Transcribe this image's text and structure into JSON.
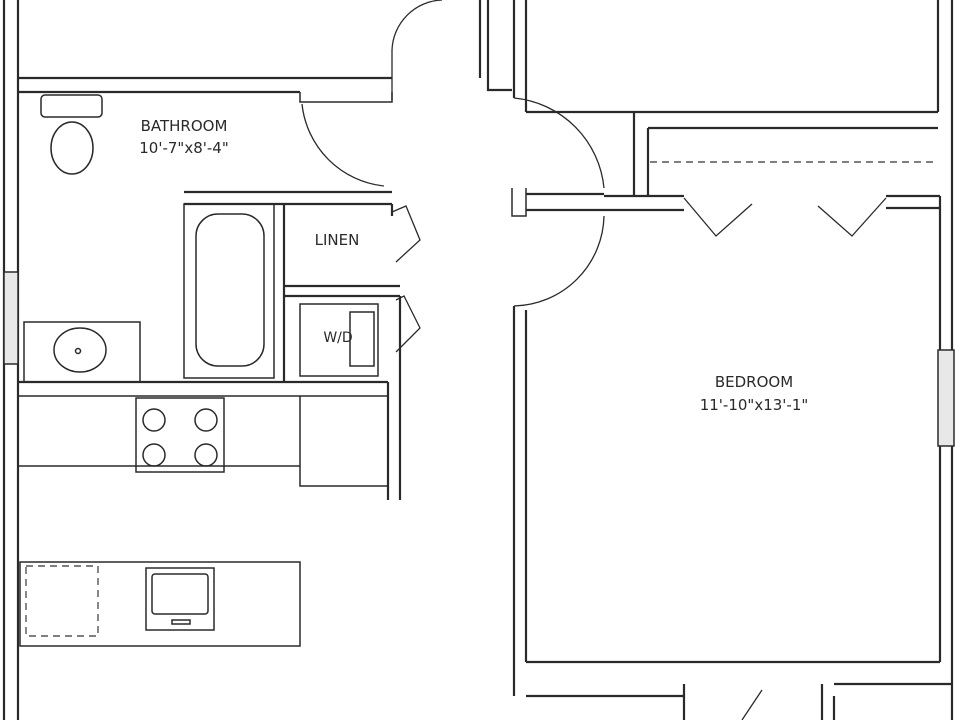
{
  "rooms": {
    "bathroom": {
      "name": "BATHROOM",
      "size": "10'-7\"x8'-4\""
    },
    "bedroom": {
      "name": "BEDROOM",
      "size": "11'-10\"x13'-1\""
    },
    "linen": {
      "name": "LINEN"
    },
    "washer_dryer": {
      "name": "W/D"
    }
  }
}
